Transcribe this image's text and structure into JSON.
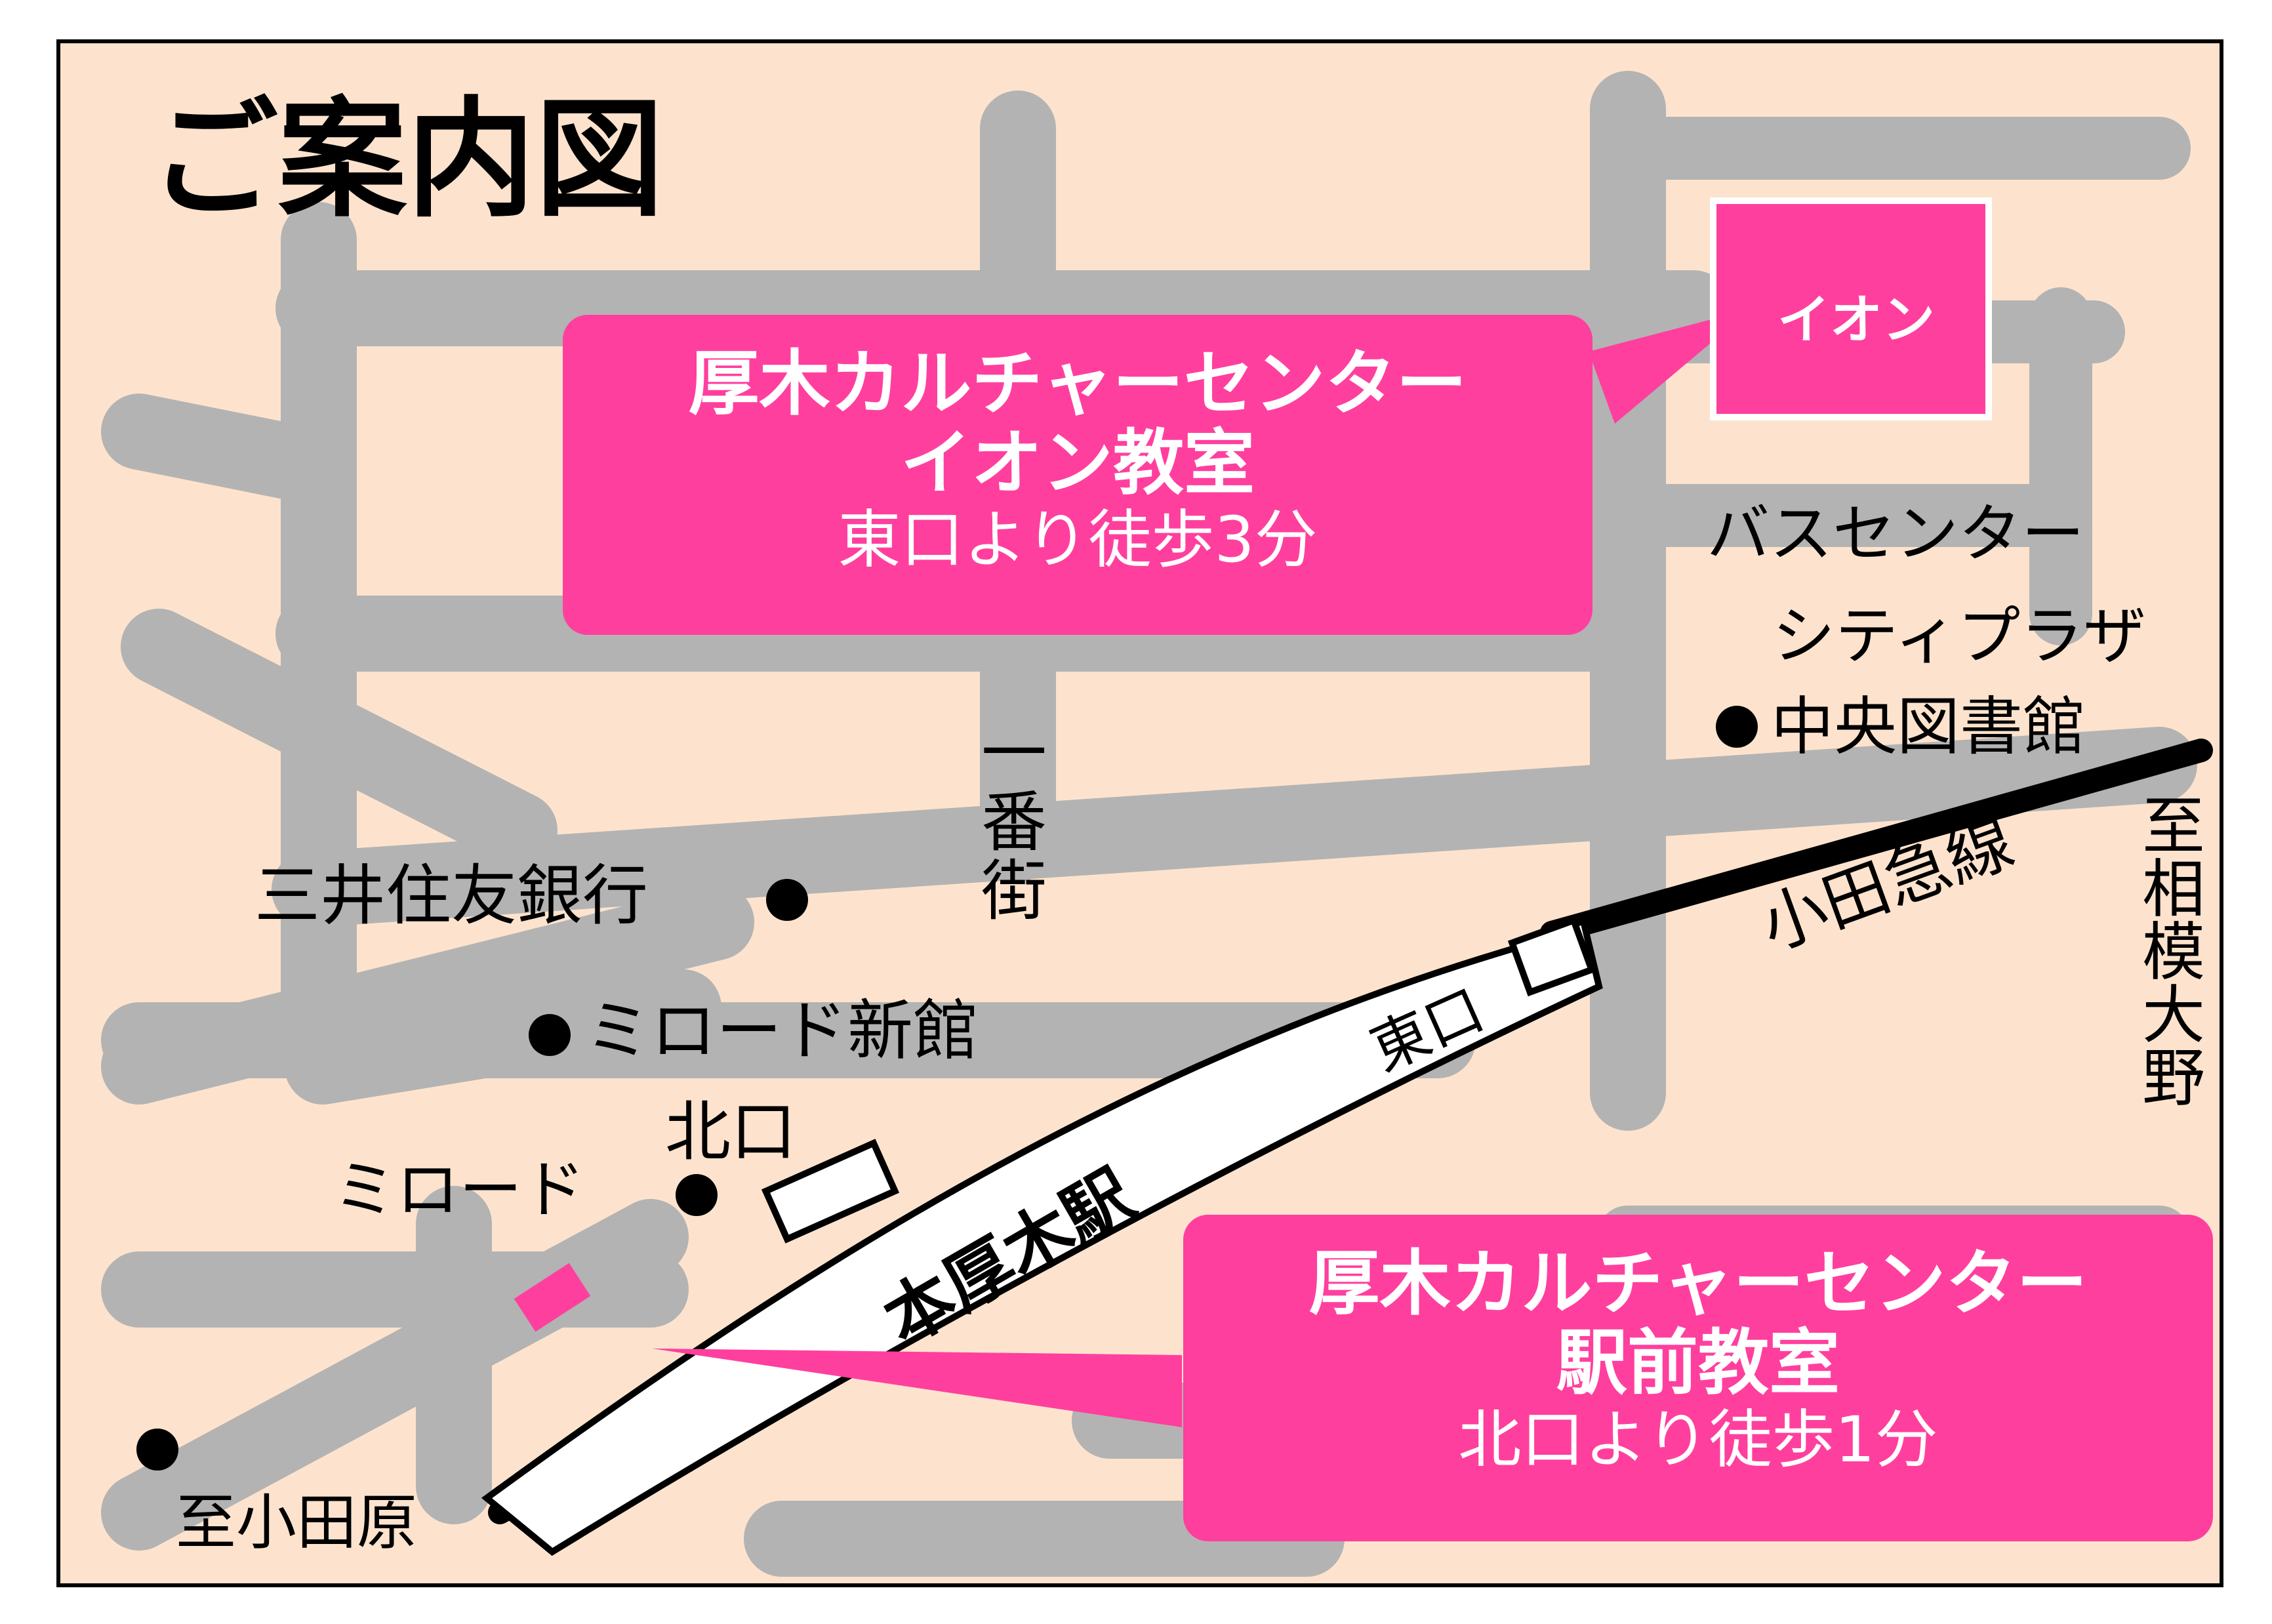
{
  "title": "ご案内図",
  "colors": {
    "background": "#fde3cd",
    "road": "#b3b3b3",
    "accent_pink": "#ff3f9e",
    "rail": "#000000",
    "station_fill": "#ffffff"
  },
  "aeon_store": {
    "label": "イオン"
  },
  "aeon_classroom": {
    "name": "厚木カルチャーセンター",
    "branch": "イオン教室",
    "access": "東口より徒歩3分"
  },
  "station_classroom": {
    "name": "厚木カルチャーセンター",
    "branch": "駅前教室",
    "access": "北口より徒歩1分"
  },
  "places": {
    "bus_center": "バスセンター",
    "city_plaza": "シティプラザ",
    "central_library": "中央図書館",
    "mitsui_sumitomo": "三井住友銀行",
    "miroad_annex": "ミロード新館",
    "miroad": "ミロード"
  },
  "streets": {
    "ichibangai": [
      "一",
      "番",
      "街"
    ]
  },
  "railway": {
    "line_name": "小田急線",
    "station_name": "本厚木駅",
    "east_exit": "東口",
    "north_exit": "北口",
    "to_odawara": "至小田原",
    "to_sagami_ono": [
      "至",
      "相",
      "模",
      "大",
      "野"
    ]
  }
}
